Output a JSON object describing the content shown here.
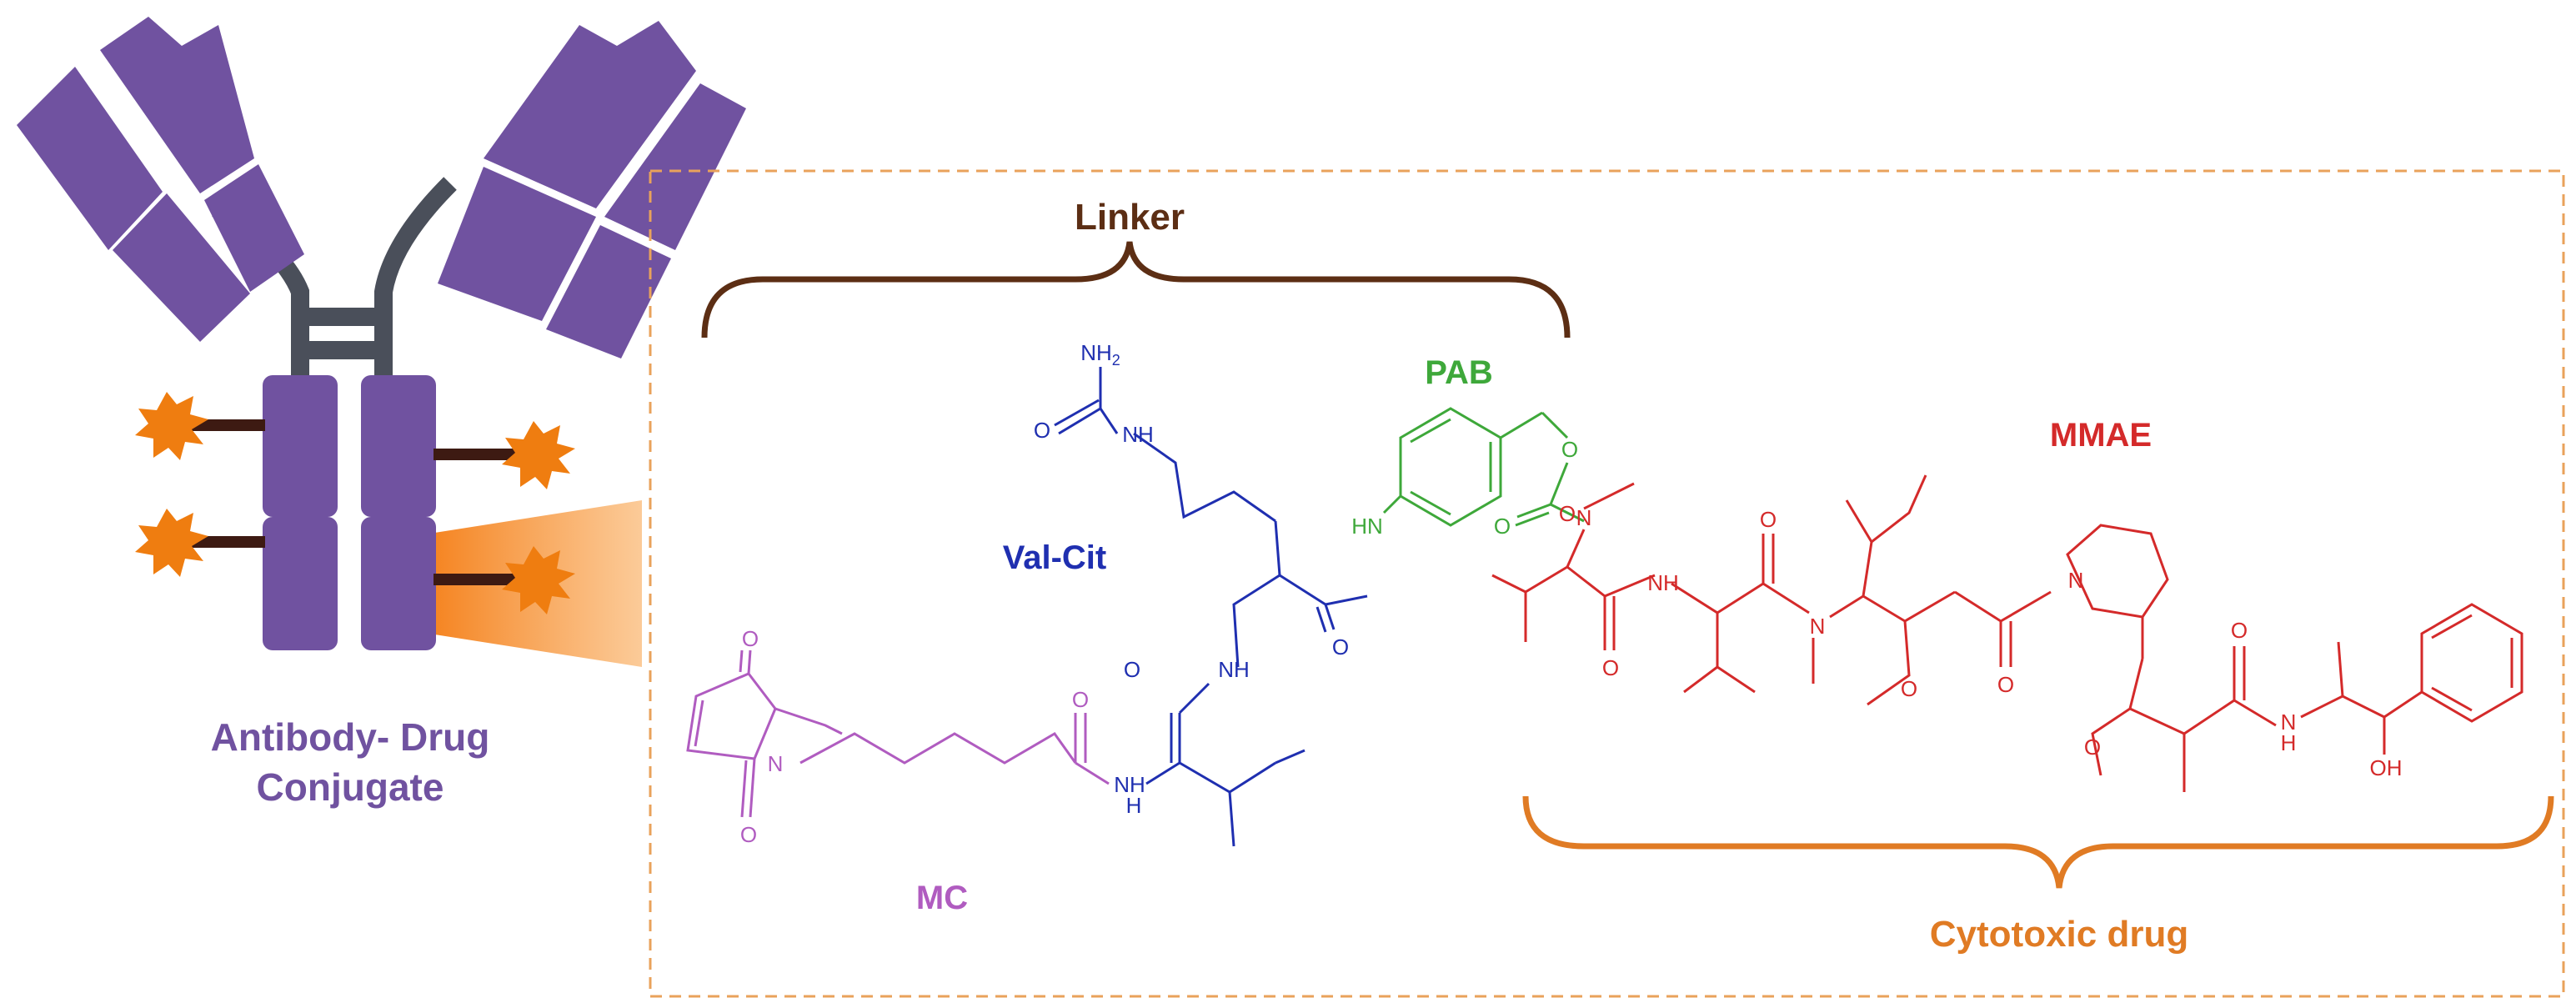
{
  "antibody": {
    "caption_line1": "Antibody- Drug",
    "caption_line2": "Conjugate"
  },
  "labels": {
    "linker": "Linker",
    "cytotoxic": "Cytotoxic drug",
    "pab": "PAB",
    "mmae": "MMAE",
    "valcit": "Val-Cit",
    "mc": "MC"
  },
  "atoms": {
    "o": "O",
    "n": "N",
    "h": "H",
    "nh": "NH",
    "hn": "HN",
    "nh2": "NH",
    "nh2_sub": "2",
    "oh": "OH"
  },
  "colors": {
    "antibody": "#7052a0",
    "hinge": "#4a4f5a",
    "drug_star": "#ef7d10",
    "drug_arm": "#3d1a12",
    "linker_brace": "#5c2e14",
    "frame": "#e9a25b",
    "cytotoxic": "#e07b24",
    "mc": "#b05cc0",
    "valcit": "#1f2fb0",
    "pab": "#3ea83a",
    "mmae": "#d42a2a"
  }
}
